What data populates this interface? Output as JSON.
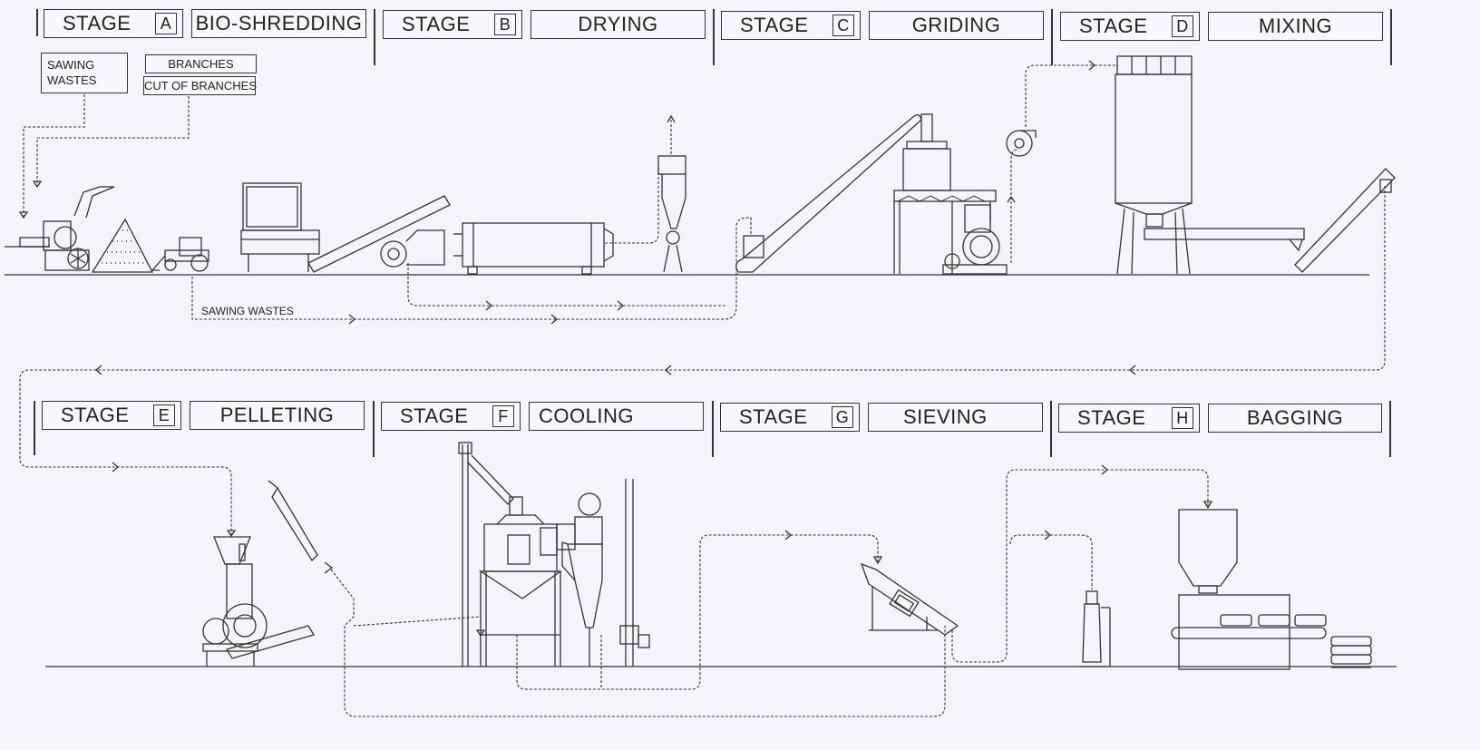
{
  "stages": [
    {
      "stage_label": "STAGE",
      "letter": "A",
      "name": "BIO-SHREDDING"
    },
    {
      "stage_label": "STAGE",
      "letter": "B",
      "name": "DRYING"
    },
    {
      "stage_label": "STAGE",
      "letter": "C",
      "name": "GRIDING"
    },
    {
      "stage_label": "STAGE",
      "letter": "D",
      "name": "MIXING"
    },
    {
      "stage_label": "STAGE",
      "letter": "E",
      "name": "PELLETING"
    },
    {
      "stage_label": "STAGE",
      "letter": "F",
      "name": "COOLING"
    },
    {
      "stage_label": "STAGE",
      "letter": "G",
      "name": "SIEVING"
    },
    {
      "stage_label": "STAGE",
      "letter": "H",
      "name": "BAGGING"
    }
  ],
  "inputs": {
    "sawing_wastes_line1": "SAWING",
    "sawing_wastes_line2": "WASTES",
    "branches": "BRANCHES",
    "cut_of_branches": "CUT OF BRANCHES"
  },
  "flow_labels": {
    "sawing_wastes": "SAWING WASTES"
  },
  "colors": {
    "line": "#333333",
    "background": "#f4f5f9"
  }
}
